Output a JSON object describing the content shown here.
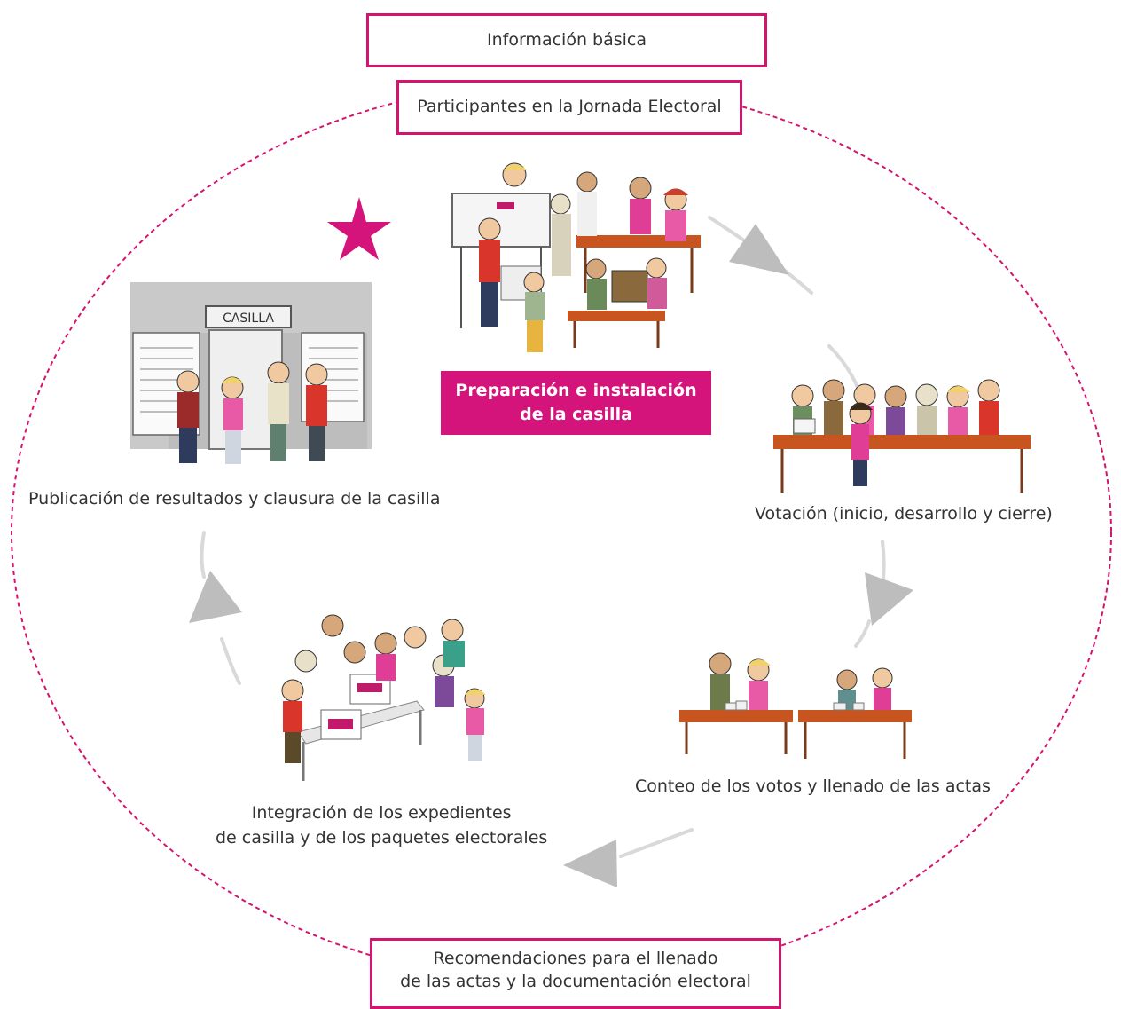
{
  "boxes": {
    "info": "Información básica",
    "participantes": "Participantes en la Jornada Electoral",
    "recomendaciones": [
      "Recomendaciones para el llenado",
      "de las actas y la documentación electoral"
    ]
  },
  "stages": {
    "preparacion": [
      "Preparación e instalación",
      "de la casilla"
    ],
    "votacion": "Votación (inicio, desarrollo y cierre)",
    "conteo": "Conteo de los votos y llenado de las actas",
    "integracion": [
      "Integración de los expedientes",
      "de casilla y de los paquetes electorales"
    ],
    "publicacion": "Publicación de resultados y clausura de la casilla"
  },
  "signage": {
    "casilla_sign": "CASILLA"
  },
  "colors": {
    "accent": "#d4146f",
    "arrow": "#bdbdbd",
    "table": "#c8541f"
  },
  "icons": [
    "star-icon",
    "arrow-icon"
  ]
}
